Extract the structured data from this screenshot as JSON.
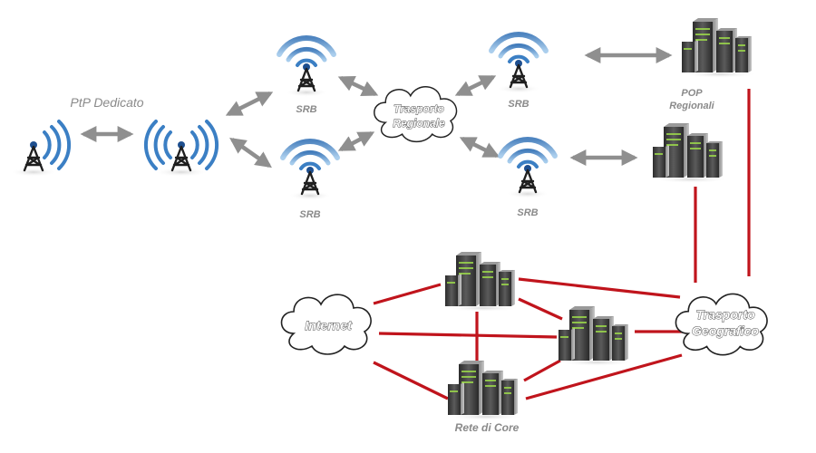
{
  "labels": {
    "ptp": "PtP Dedicato",
    "srb": "SRB",
    "pop": "POP",
    "regionali": "Regionali",
    "trasporto_regionale_1": "Trasporto",
    "trasporto_regionale_2": "Regionale",
    "internet": "Internet",
    "trasporto_geografico_1": "Trasporto",
    "trasporto_geografico_2": "Geografico",
    "rete_di_core": "Rete di Core"
  },
  "colors": {
    "core_link": "#c0141c",
    "arrow": "#8f8f8f",
    "signal": "#3b7fc4",
    "tower": "#2a2a2a",
    "label": "#8a8a8a"
  },
  "icons": {
    "tower": "radio-tower-icon",
    "server": "server-rack-icon",
    "cloud": "cloud-icon"
  }
}
